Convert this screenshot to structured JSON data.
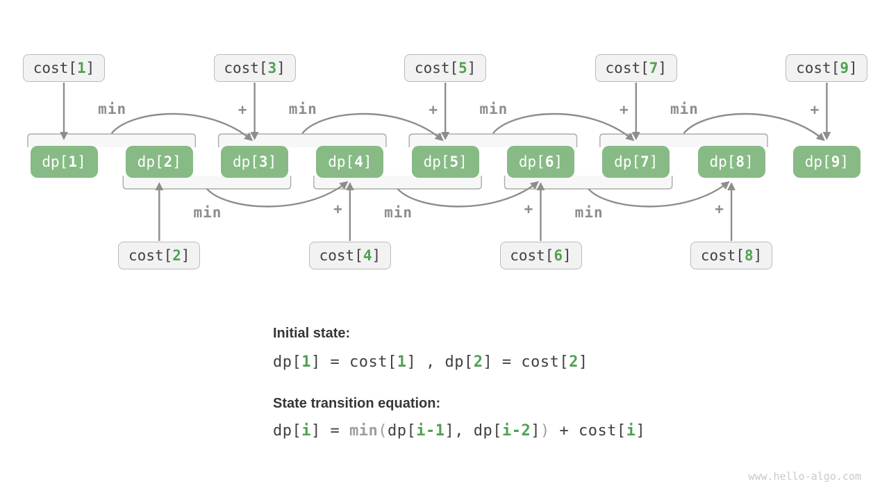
{
  "colors": {
    "background": "#ffffff",
    "green_box": "#87ba85",
    "green_text": "#50a150",
    "dark_text": "#414141",
    "heading_text": "#363636",
    "gray_label": "#8d8d8d",
    "arrow": "#8d8d8d",
    "cost_fill": "#f2f2f2",
    "cost_border": "#bababa",
    "bracket_fill": "#f7f7f7",
    "bracket_stroke": "#ababab",
    "eq_gray": "#9e9e9e",
    "watermark_text": "#c9c9c9"
  },
  "diagram": {
    "cost_label_prefix": "cost[",
    "cost_label_suffix": "]",
    "dp_label_prefix": "dp[",
    "dp_label_suffix": "]",
    "cost_top_indices": [
      "1",
      "3",
      "5",
      "7",
      "9"
    ],
    "cost_bottom_indices": [
      "2",
      "4",
      "6",
      "8"
    ],
    "dp_indices": [
      "1",
      "2",
      "3",
      "4",
      "5",
      "6",
      "7",
      "8",
      "9"
    ],
    "min_label": "min",
    "plus_label": "+"
  },
  "notes": {
    "initial_heading": "Initial state:",
    "initial_equation": [
      {
        "t": "dp[",
        "k": "d"
      },
      {
        "t": "1",
        "k": "g"
      },
      {
        "t": "] = cost[",
        "k": "d"
      },
      {
        "t": "1",
        "k": "g"
      },
      {
        "t": "] , dp[",
        "k": "d"
      },
      {
        "t": "2",
        "k": "g"
      },
      {
        "t": "] = cost[",
        "k": "d"
      },
      {
        "t": "2",
        "k": "g"
      },
      {
        "t": "]",
        "k": "d"
      }
    ],
    "transition_heading": "State transition equation:",
    "transition_equation": [
      {
        "t": "dp[",
        "k": "d"
      },
      {
        "t": "i",
        "k": "g"
      },
      {
        "t": "] = ",
        "k": "d"
      },
      {
        "t": "min",
        "k": "ygb"
      },
      {
        "t": "(",
        "k": "y"
      },
      {
        "t": "dp[",
        "k": "d"
      },
      {
        "t": "i-1",
        "k": "g"
      },
      {
        "t": "], dp[",
        "k": "d"
      },
      {
        "t": "i-2",
        "k": "g"
      },
      {
        "t": "]",
        "k": "d"
      },
      {
        "t": ")",
        "k": "y"
      },
      {
        "t": " + cost[",
        "k": "d"
      },
      {
        "t": "i",
        "k": "g"
      },
      {
        "t": "]",
        "k": "d"
      }
    ]
  },
  "watermark": "www.hello-algo.com"
}
